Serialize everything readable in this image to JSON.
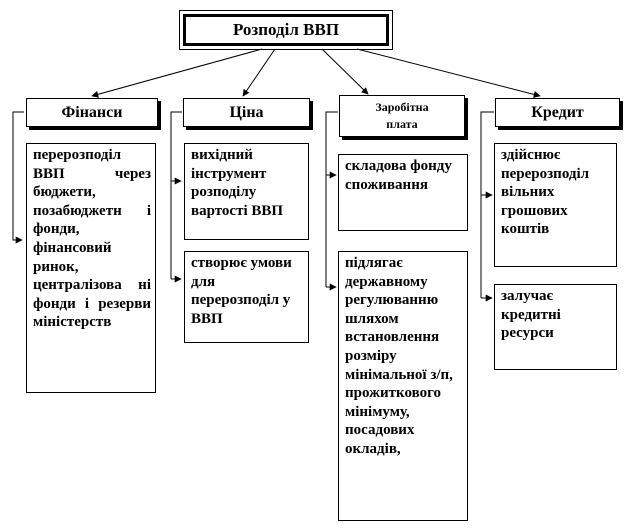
{
  "title": "Розподіл ВВП",
  "columns": [
    {
      "header": "Фінанси",
      "items": [
        "перерозподіл ВВП через бюджети, позабюджетн і фонди, фінансовий ринок, централізова ні фонди і резерви міністерств"
      ]
    },
    {
      "header": "Ціна",
      "items": [
        "вихідний інструмент розподілу вартості ВВП",
        "створює умови для перерозподіл у ВВП"
      ]
    },
    {
      "header": "Заробітна плата",
      "items": [
        "складова фонду споживання",
        "підлягає державному регулюванню шляхом встановлення розміру мінімальної з/п, прожиткового мінімуму, посадових окладів,"
      ]
    },
    {
      "header": "Кредит",
      "items": [
        "здійснює перерозподіл вільних грошових коштів",
        "залучає кредитні ресурси"
      ]
    }
  ]
}
